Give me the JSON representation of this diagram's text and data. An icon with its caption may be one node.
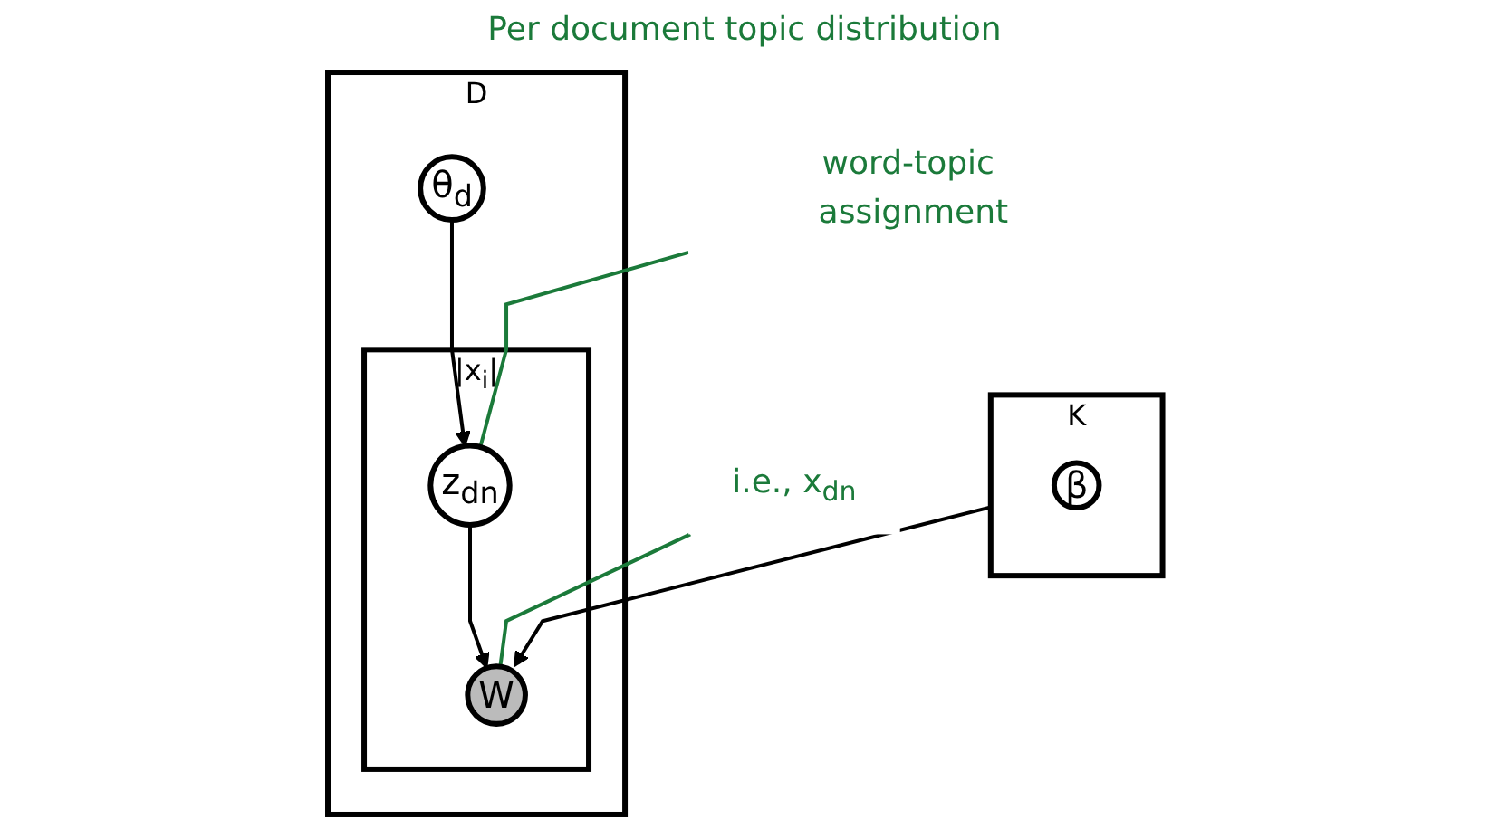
{
  "diagram": {
    "nodes": [
      {
        "text": [
          "D"
        ]
      },
      {
        "text": [
          "θ$_{d}$"
        ],
        "in": 0
      },
      {
        "text": [
          "|x$_{i}$|"
        ],
        "in": 0
      },
      {
        "text": [
          "z$_{dn}$"
        ],
        "in": 2
      },
      {
        "text": [
          "W"
        ],
        "in": 2
      },
      {
        "text": [
          "K"
        ]
      },
      {
        "text": [
          "β"
        ],
        "in": 5
      },
      {
        "text": [
          "word-topic assignment"
        ]
      },
      {
        "text": [
          "i.e., x$_{dn}$"
        ]
      }
    ],
    "edges": [
      {
        "from": 1,
        "to": 3,
        "arrow": "to"
      },
      {
        "from": 3,
        "to": 4,
        "arrow": "to"
      },
      {
        "from": 5,
        "to": 4,
        "arrow": "to"
      },
      {
        "from": 7,
        "to": 3,
        "arrow": "none",
        "color": "#1b7a3a"
      },
      {
        "from": 8,
        "to": 4,
        "arrow": "none",
        "color": "#1b7a3a"
      }
    ],
    "labels": [
      "Per document topic distribution"
    ]
  }
}
